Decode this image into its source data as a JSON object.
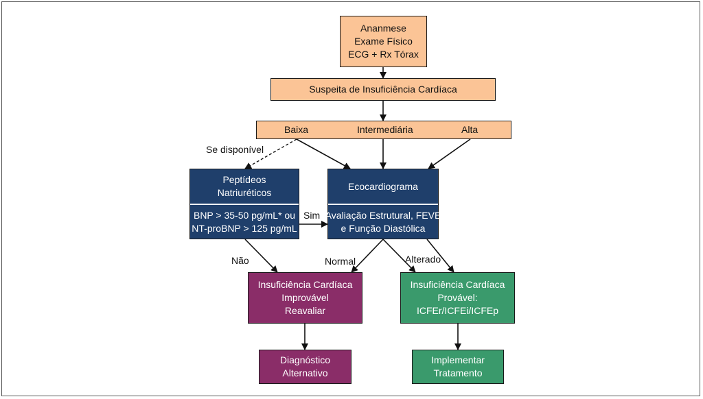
{
  "nodes": {
    "anamnese": {
      "lines": [
        "Ananmese",
        "Exame Físico",
        "ECG + Rx Tórax"
      ]
    },
    "suspeita": {
      "text": "Suspeita de Insuficiência Cardíaca"
    },
    "probabilidade": {
      "levels": [
        "Baixa",
        "Intermediária",
        "Alta"
      ]
    },
    "peptideos": {
      "title_lines": [
        "Peptídeos",
        "Natriuréticos"
      ],
      "criteria_lines": [
        "BNP > 35-50 pg/mL* ou",
        "NT-proBNP > 125 pg/mL"
      ]
    },
    "eco": {
      "title": "Ecocardiograma",
      "detail_lines": [
        "Avaliação Estrutural, FEVE",
        "e Função Diastólica"
      ]
    },
    "improvavel": {
      "lines": [
        "Insuficiência Cardíaca",
        "Improvável",
        "Reavaliar"
      ]
    },
    "provavel": {
      "lines": [
        "Insuficiência Cardíaca",
        "Provável:",
        "ICFEr/ICFEi/ICFEp"
      ]
    },
    "diagnostico": {
      "lines": [
        "Diagnóstico",
        "Alternativo"
      ]
    },
    "tratamento": {
      "lines": [
        "Implementar",
        "Tratamento"
      ]
    }
  },
  "edge_labels": {
    "se_disponivel": "Se disponível",
    "sim": "Sim",
    "nao": "Não",
    "normal": "Normal",
    "alterado": "Alterado"
  },
  "colors": {
    "orange": "#fbc496",
    "navy": "#1f3f6b",
    "plum": "#8a2d68",
    "green": "#3a9a6c"
  }
}
